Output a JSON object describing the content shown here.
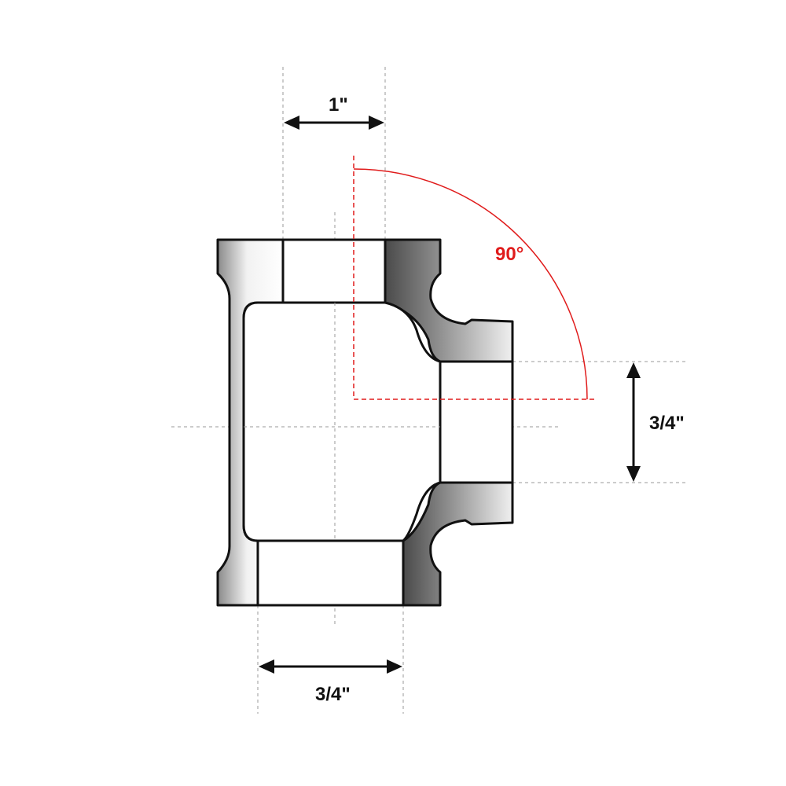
{
  "dimensions": {
    "top_opening": "1\"",
    "bottom_opening": "3/4\"",
    "side_opening": "3/4\""
  },
  "angle": {
    "label": "90°"
  },
  "colors": {
    "outline": "#111111",
    "angle": "#e01b1b",
    "guide": "#9a9a9a"
  }
}
